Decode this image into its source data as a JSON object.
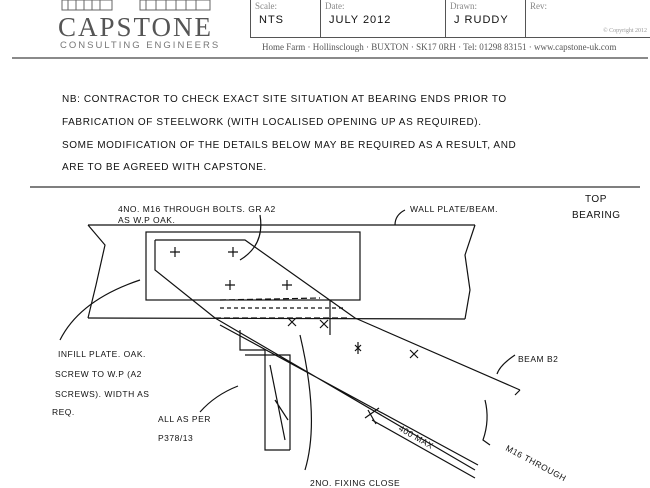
{
  "logo": {
    "name": "CAPSTONE",
    "subtitle": "CONSULTING ENGINEERS"
  },
  "title_block": {
    "scale_label": "Scale:",
    "scale_value": "NTS",
    "date_label": "Date:",
    "date_value": "JULY 2012",
    "drawn_label": "Drawn:",
    "drawn_value": "J RUDDY",
    "rev_label": "Rev:",
    "rev_value": "",
    "copyright": "© Copyright 2012"
  },
  "address": "Home Farm · Hollinsclough · BUXTON · SK17 0RH · Tel: 01298 83151 · www.capstone-uk.com",
  "note_lines": [
    "NB: CONTRACTOR TO CHECK EXACT SITE SITUATION AT BEARING ENDS PRIOR TO",
    "FABRICATION OF STEELWORK (WITH LOCALISED OPENING UP AS REQUIRED).",
    "SOME MODIFICATION OF THE DETAILS BELOW MAY BE REQUIRED AS A RESULT, AND",
    "ARE TO BE AGREED WITH CAPSTONE."
  ],
  "drawing": {
    "bolts_label_1": "4NO. M16 THROUGH BOLTS. GR A2",
    "bolts_label_2": "AS W.P OAK.",
    "wall_plate": "WALL PLATE/BEAM.",
    "top_bearing_1": "TOP",
    "top_bearing_2": "BEARING",
    "infill_1": "INFILL PLATE. OAK.",
    "infill_2": "SCREW TO W.P (A2",
    "infill_3": "SCREWS). WIDTH AS",
    "infill_4": "REQ.",
    "all_as_per_1": "ALL AS PER",
    "all_as_per_2": "P378/13",
    "beam_b2": "BEAM B2",
    "max_dim": "400 MAX",
    "m16_through": "M16 THROUGH",
    "fixing": "2NO. FIXING CLOSE"
  }
}
